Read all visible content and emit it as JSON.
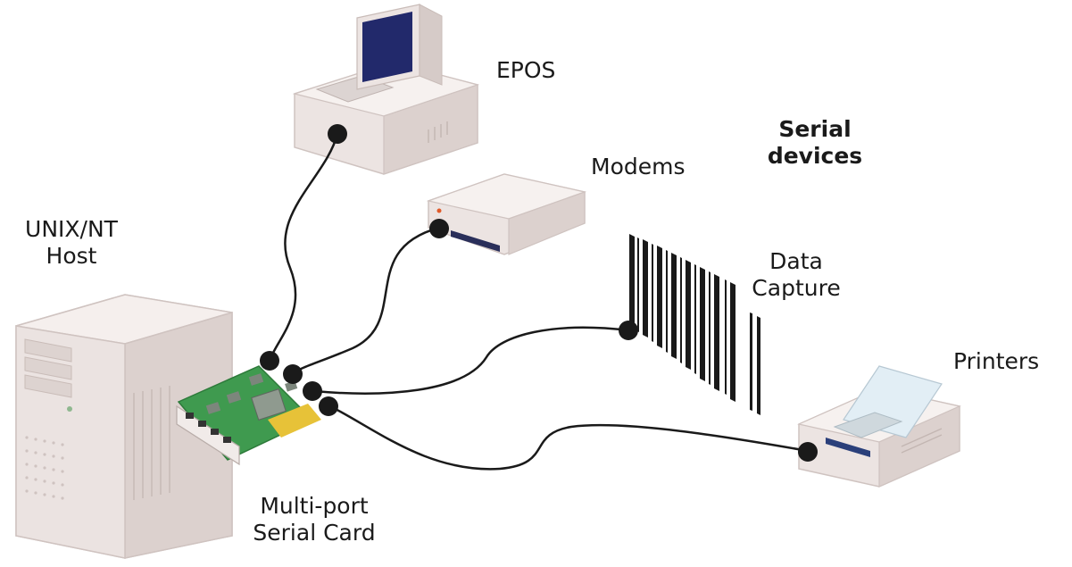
{
  "labels": {
    "epos": "EPOS",
    "modems": "Modems",
    "serial_devices": [
      "Serial",
      "devices"
    ],
    "host": [
      "UNIX/NT",
      "Host"
    ],
    "data_capture": [
      "Data",
      "Capture"
    ],
    "printers": "Printers",
    "serial_card": [
      "Multi-port",
      "Serial Card"
    ]
  },
  "colors": {
    "device_body": "#ece4e2",
    "device_shadow": "#cfc3c0",
    "card_board": "#3f9a4f",
    "card_chip": "#8f9a8f",
    "connector_gold": "#e7c238",
    "cable": "#1a1a1a",
    "text": "#1a1a1a"
  }
}
